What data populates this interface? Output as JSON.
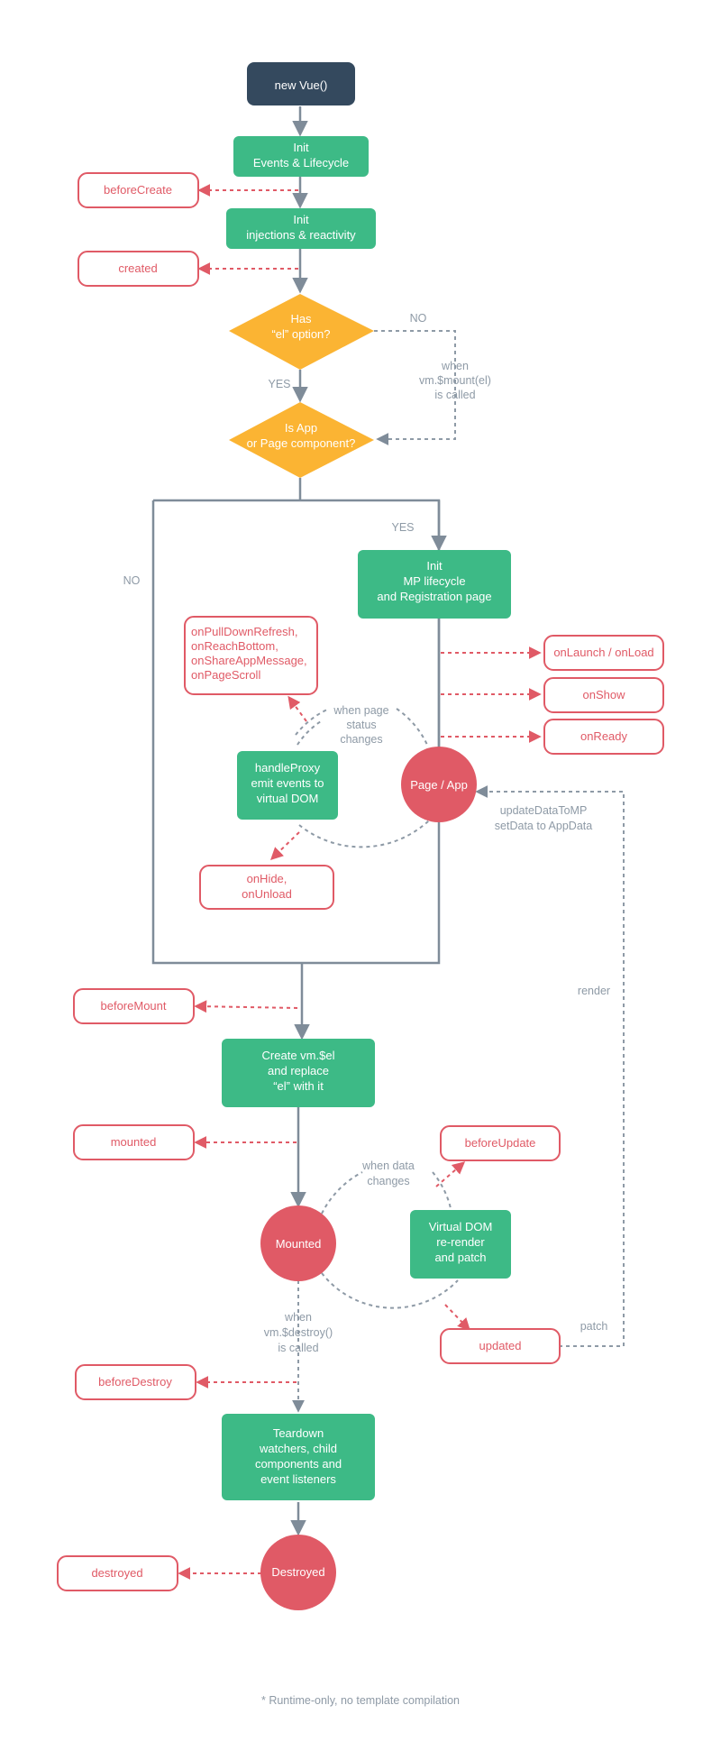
{
  "colors": {
    "green": "#3dba86",
    "dark": "#34495e",
    "yellow": "#fbb433",
    "red": "#e05a66",
    "gray": "#8e9aa6",
    "line": "#7f8c99",
    "bg": "#ffffff"
  },
  "start": {
    "label": "new Vue()"
  },
  "init_events": {
    "line1": "Init",
    "line2": "Events & Lifecycle"
  },
  "init_injections": {
    "line1": "Init",
    "line2": "injections & reactivity"
  },
  "hooks": {
    "before_create": "beforeCreate",
    "created": "created",
    "on_launch": "onLaunch / onLoad",
    "on_show": "onShow",
    "on_ready": "onReady",
    "page_events": [
      "onPullDownRefresh,",
      "onReachBottom,",
      "onShareAppMessage,",
      "onPageScroll"
    ],
    "on_hide": [
      "onHide,",
      "onUnload"
    ],
    "before_mount": "beforeMount",
    "mounted": "mounted",
    "before_update": "beforeUpdate",
    "updated": "updated",
    "before_destroy": "beforeDestroy",
    "destroyed": "destroyed"
  },
  "decisions": {
    "has_el": [
      "Has",
      "“el” option?"
    ],
    "is_app": [
      "Is App",
      "or Page component?"
    ]
  },
  "labels": {
    "no_1": "NO",
    "yes_1": "YES",
    "when_mount": [
      "when",
      "vm.$mount(el)",
      "is called"
    ],
    "yes_2": "YES",
    "no_2": "NO",
    "when_page_status": [
      "when page",
      "status",
      "changes"
    ],
    "update_data": [
      "updateDataToMP",
      "setData to AppData"
    ],
    "render": "render",
    "when_data": [
      "when data",
      "changes"
    ],
    "patch": "patch",
    "when_destroy": [
      "when",
      "vm.$destroy()",
      "is called"
    ]
  },
  "init_mp": {
    "lines": [
      "Init",
      "MP lifecycle",
      "and Registration page"
    ]
  },
  "handle_proxy": {
    "lines": [
      "handleProxy",
      "emit events to",
      "virtual DOM"
    ]
  },
  "page_app": {
    "label": "Page / App"
  },
  "create_el": {
    "lines": [
      "Create vm.$el",
      "and replace",
      "“el” with it"
    ]
  },
  "mounted_circle": {
    "label": "Mounted"
  },
  "virtual_dom": {
    "lines": [
      "Virtual DOM",
      "re-render",
      "and patch"
    ]
  },
  "teardown": {
    "lines": [
      "Teardown",
      "watchers, child",
      "components and",
      "event listeners"
    ]
  },
  "destroyed_circle": {
    "label": "Destroyed"
  },
  "footnote": "* Runtime-only, no template compilation"
}
